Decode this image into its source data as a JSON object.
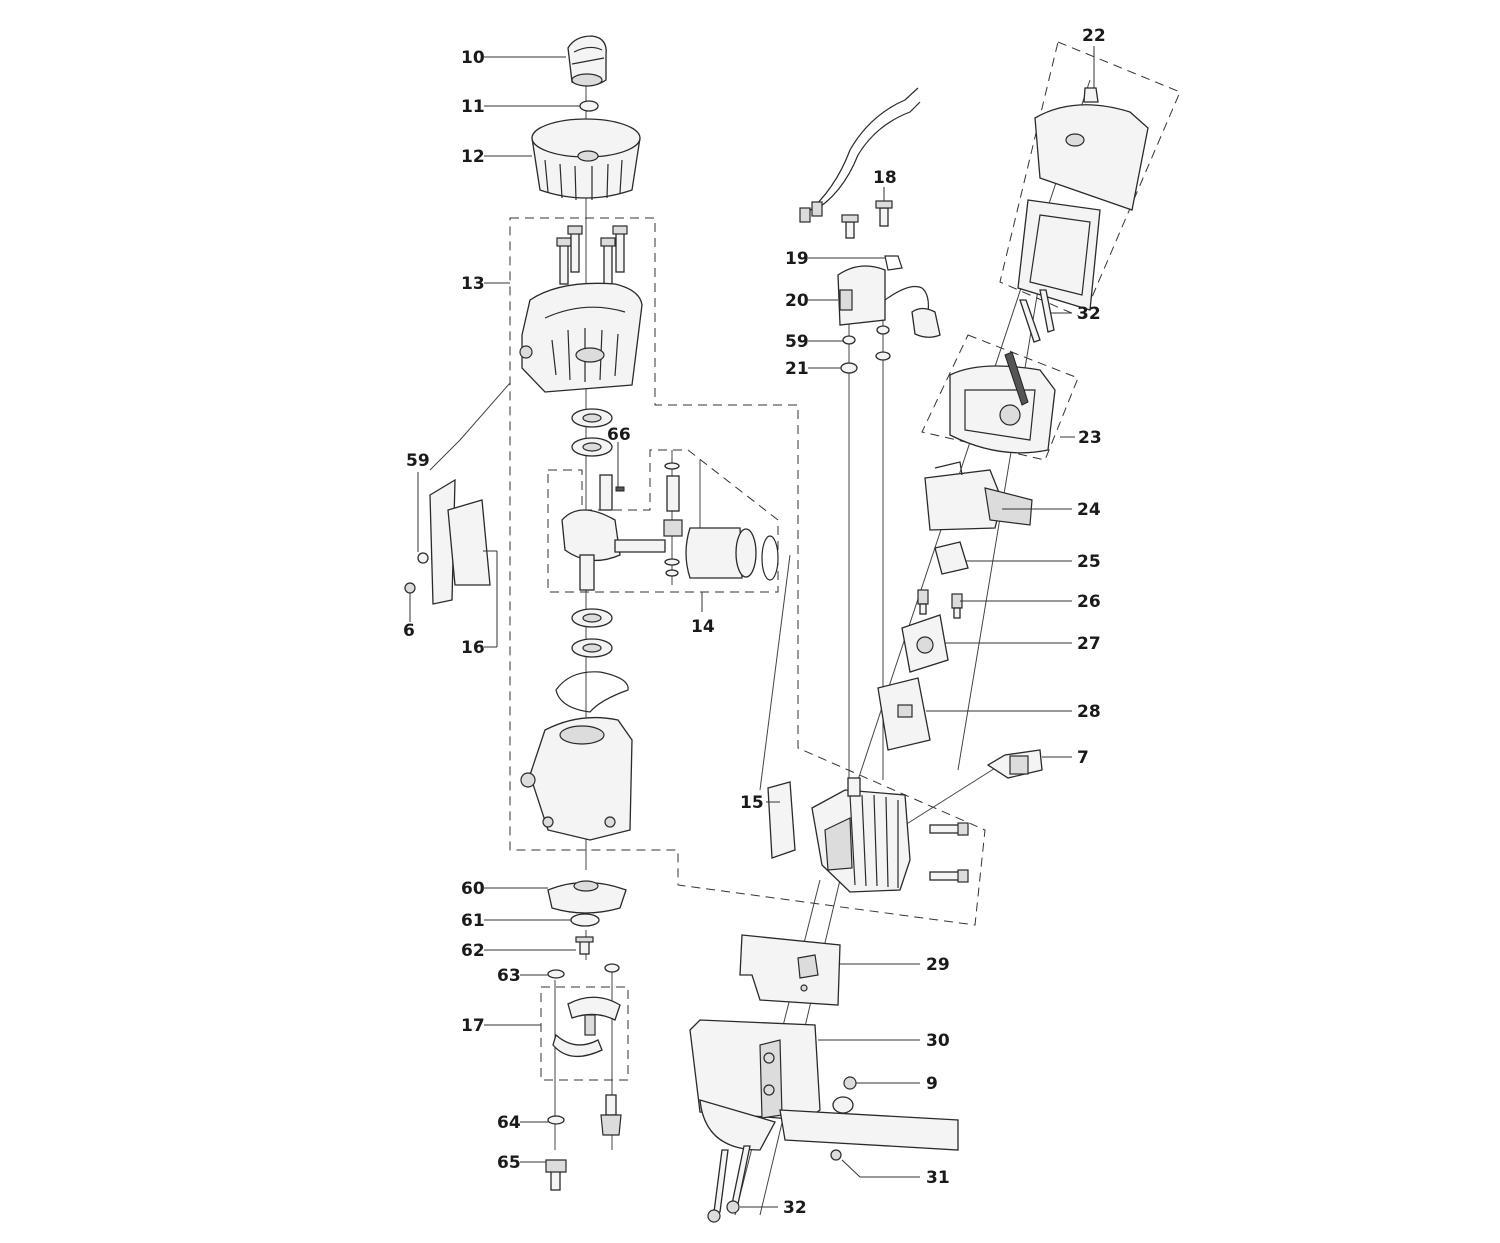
{
  "labels": {
    "l10": "10",
    "l11": "11",
    "l12": "12",
    "l13": "13",
    "l59a": "59",
    "l66": "66",
    "l6": "6",
    "l16": "16",
    "l14": "14",
    "l60": "60",
    "l61": "61",
    "l62": "62",
    "l63": "63",
    "l17": "17",
    "l64": "64",
    "l65": "65",
    "l22": "22",
    "l18": "18",
    "l19": "19",
    "l20": "20",
    "l59b": "59",
    "l21": "21",
    "l32a": "32",
    "l23": "23",
    "l24": "24",
    "l25": "25",
    "l26": "26",
    "l27": "27",
    "l28": "28",
    "l7": "7",
    "l15": "15",
    "l29": "29",
    "l30": "30",
    "l9": "9",
    "l31": "31",
    "l32b": "32"
  }
}
